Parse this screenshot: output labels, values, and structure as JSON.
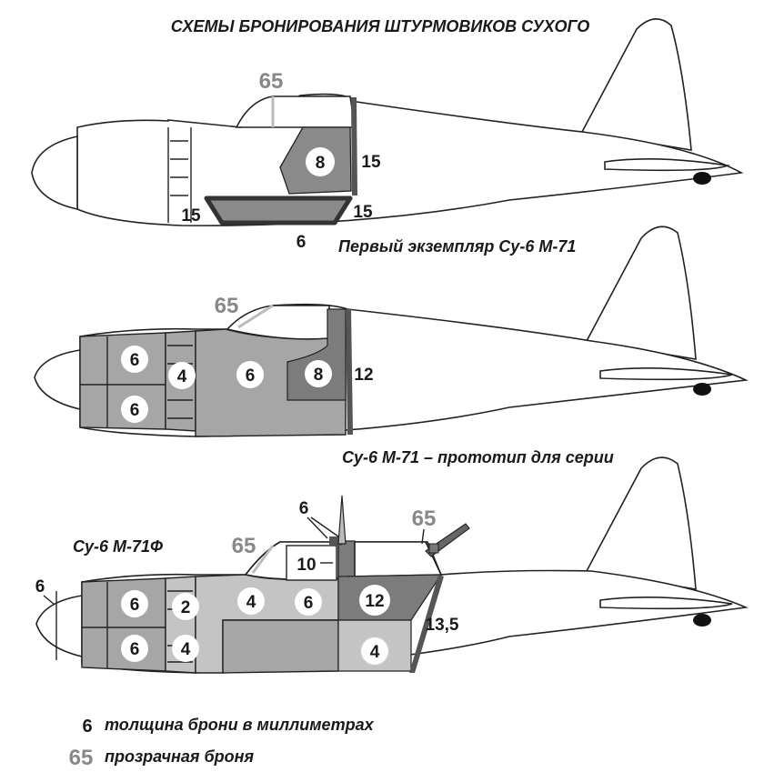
{
  "title": "СХЕМЫ БРОНИРОВАНИЯ ШТУРМОВИКОВ СУХОГО",
  "aircraft": [
    {
      "caption": "Первый экземпляр Су-6 М-71",
      "labels": {
        "canopy": "65",
        "seat": "8",
        "back": "15",
        "floor_left": "15",
        "floor_right": "15",
        "bottom": "6"
      }
    },
    {
      "caption": "Су-6 М-71 – прототип для серии",
      "labels": {
        "canopy": "65",
        "engine_top": "6",
        "engine_bottom": "6",
        "mid": "4",
        "fuselage": "6",
        "seat": "8",
        "back": "12"
      }
    },
    {
      "caption": "Су-6 М-71Ф",
      "labels": {
        "canopy": "65",
        "nose": "6",
        "engine_top": "6",
        "engine_bottom": "6",
        "mid_top": "2",
        "mid_bottom": "4",
        "fuselage_a": "4",
        "fuselage_b": "6",
        "headrest": "6",
        "gunner_canopy": "65",
        "gunner_glass": "10",
        "cockpit_back": "12",
        "gunner_floor": "4",
        "back": "13,5"
      }
    }
  ],
  "legend": [
    {
      "key": "6",
      "text": "толщина брони в миллиметрах"
    },
    {
      "key": "65",
      "text": "прозрачная броня"
    }
  ],
  "colors": {
    "armor_light": "#c4c4c4",
    "armor_mid": "#a6a6a6",
    "armor_dark": "#7c7c7c",
    "plate": "#555555",
    "text_gray": "#888888"
  }
}
